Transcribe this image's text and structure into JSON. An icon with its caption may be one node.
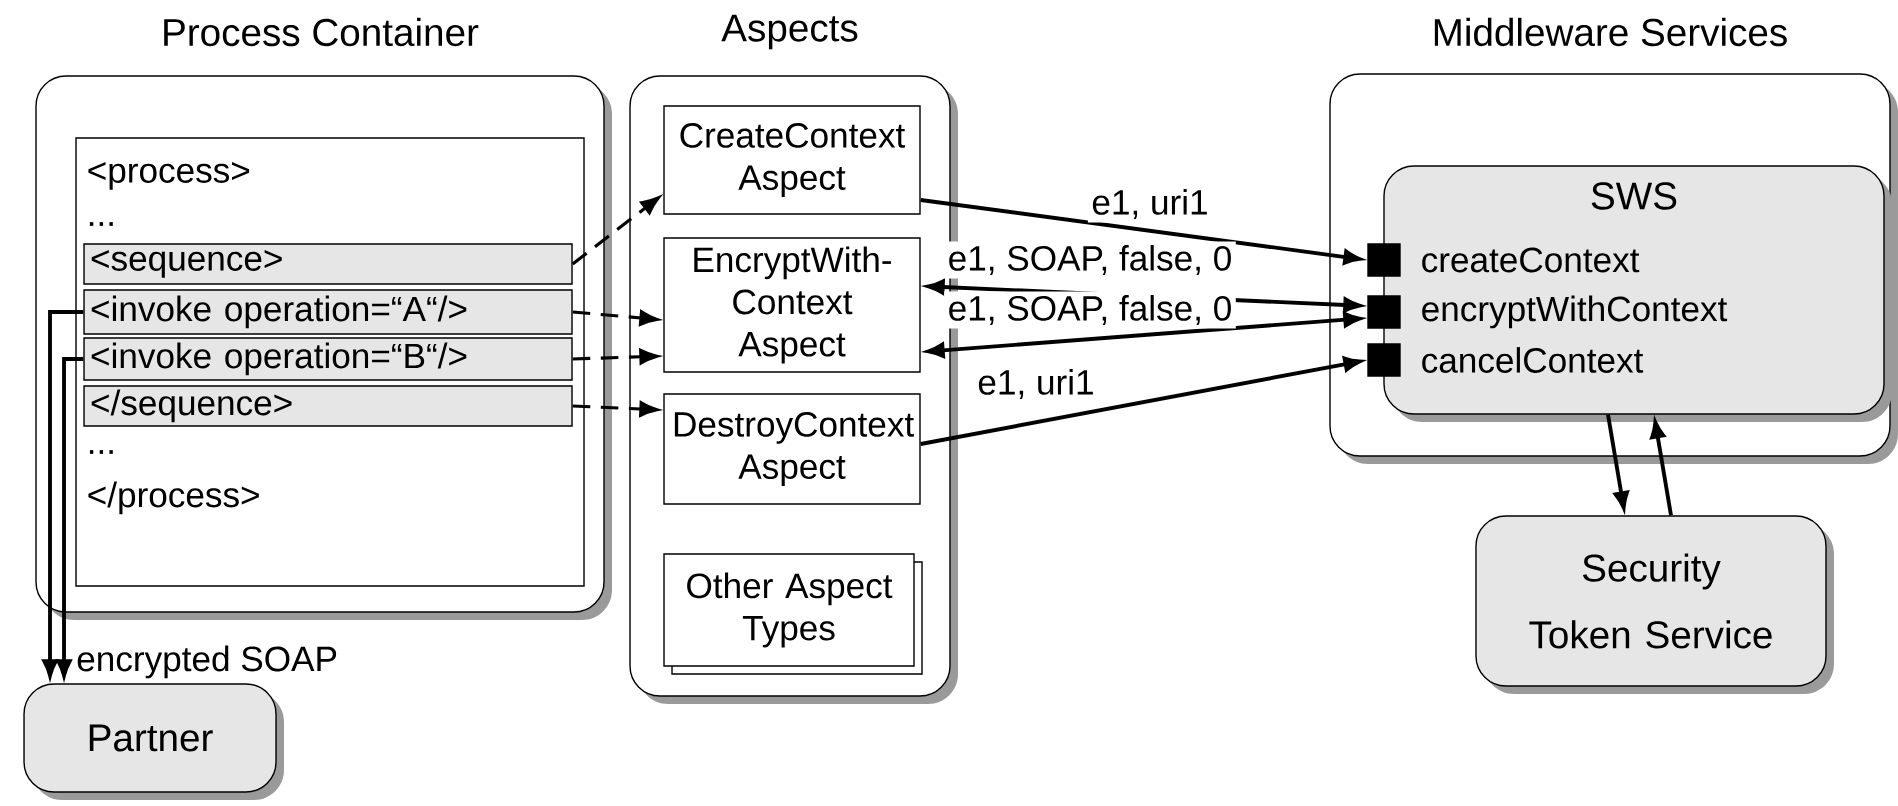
{
  "diagram": {
    "nodes": [
      {
        "text": [
          "Process Container"
        ]
      },
      {
        "text": [
          "<process>",
          "...",
          "...",
          "</process>"
        ],
        "in": 0
      },
      {
        "text": [
          "<sequence>"
        ],
        "in": 1
      },
      {
        "text": [
          "<invoke operation=“A“/>"
        ],
        "in": 1
      },
      {
        "text": [
          "<invoke operation=“B“/>"
        ],
        "in": 1
      },
      {
        "text": [
          "</sequence>"
        ],
        "in": 1
      },
      {
        "text": [
          "Partner"
        ]
      },
      {
        "text": [
          "Aspects"
        ]
      },
      {
        "text": [
          "CreateContext Aspect"
        ],
        "in": 7
      },
      {
        "text": [
          "EncryptWith- Context Aspect"
        ],
        "in": 7
      },
      {
        "text": [
          "DestroyContext Aspect"
        ],
        "in": 7
      },
      {
        "text": [
          "Other Aspect Types"
        ],
        "in": 7
      },
      {
        "text": [
          "Middleware Services"
        ]
      },
      {
        "text": [
          "SWS"
        ],
        "in": 12
      },
      {
        "text": [],
        "shape": "box",
        "beside": [
          "createContext"
        ],
        "in": 13
      },
      {
        "text": [],
        "shape": "box",
        "beside": [
          "encryptWithContext"
        ],
        "in": 13
      },
      {
        "text": [],
        "shape": "box",
        "beside": [
          "cancelContext"
        ],
        "in": 13
      },
      {
        "text": [
          "Security Token Service"
        ]
      }
    ],
    "edges": [
      {
        "from": 2,
        "to": 8,
        "arrow": "to",
        "style": "dashed"
      },
      {
        "from": 3,
        "to": 9,
        "arrow": "to",
        "style": "dashed"
      },
      {
        "from": 4,
        "to": 9,
        "arrow": "to",
        "style": "dashed"
      },
      {
        "from": 5,
        "to": 10,
        "arrow": "to",
        "style": "dashed"
      },
      {
        "from": 8,
        "to": 14,
        "arrow": "to",
        "label": "e1, uri1"
      },
      {
        "from": 9,
        "to": 15,
        "arrow": "both",
        "label": "e1, SOAP, false, 0"
      },
      {
        "from": 9,
        "to": 15,
        "arrow": "both",
        "label": "e1, SOAP, false, 0"
      },
      {
        "from": 10,
        "to": 16,
        "arrow": "to",
        "label": "e1, uri1"
      },
      {
        "from": 13,
        "to": 17,
        "arrow": "to"
      },
      {
        "from": 17,
        "to": 13,
        "arrow": "to"
      },
      {
        "from": 3,
        "to": 6,
        "arrow": "to"
      },
      {
        "from": 4,
        "to": 6,
        "arrow": "to",
        "label": "encrypted SOAP"
      }
    ]
  }
}
